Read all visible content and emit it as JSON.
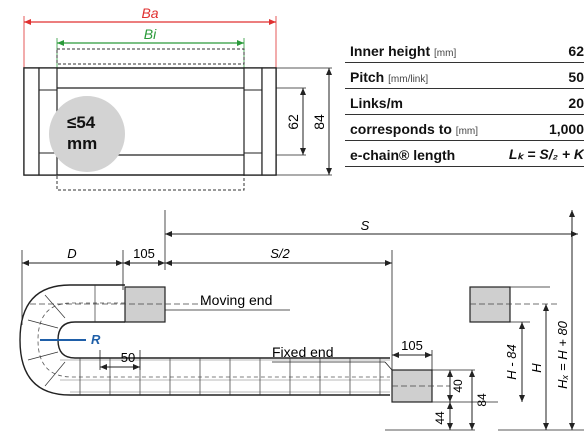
{
  "cross_section": {
    "outer_width_label": "Ba",
    "inner_width_label": "Bi",
    "badge_value": "≤54",
    "badge_unit": "mm",
    "inner_height": "62",
    "outer_height": "84"
  },
  "spec_table": {
    "rows": [
      {
        "label": "Inner height",
        "unit": "[mm]",
        "value": "62"
      },
      {
        "label": "Pitch",
        "unit": "[mm/link]",
        "value": "50"
      },
      {
        "label": "Links/m",
        "unit": "",
        "value": "20"
      },
      {
        "label": "corresponds to",
        "unit": "[mm]",
        "value": "1,000"
      },
      {
        "label": "e-chain® length",
        "unit": "",
        "value": "Lₖ = S/₂ + K"
      }
    ]
  },
  "side_view": {
    "S": "S",
    "half_S": "S/2",
    "D": "D",
    "top_offset": "105",
    "bottom_offset": "105",
    "R": "R",
    "pitch_label": "50",
    "moving_end": "Moving end",
    "fixed_end": "Fixed end",
    "dim_40": "40",
    "dim_44": "44",
    "dim_84": "84",
    "H_minus": "H - 84",
    "H": "H",
    "HF": "Hₓ = H + 80"
  },
  "colors": {
    "outer_dim": "#e03030",
    "inner_dim": "#2a9a3a",
    "radius": "#1f5fa8",
    "badge": "#d3d3d3"
  }
}
